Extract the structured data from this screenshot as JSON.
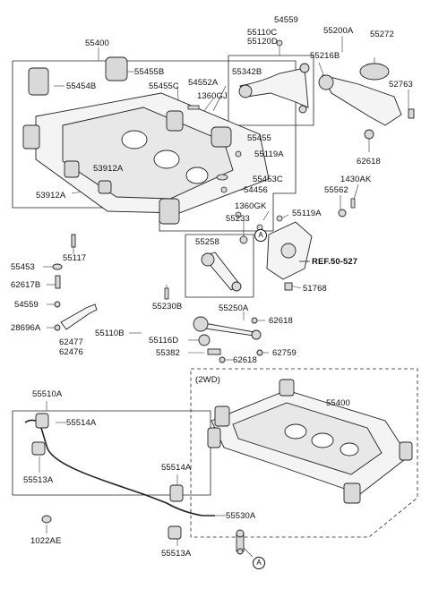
{
  "labels": {
    "p55400_top": "55400",
    "p55455B": "55455B",
    "p55454B": "55454B",
    "p55455C": "55455C",
    "p55552A": "54552A",
    "p1360GJ": "1360GJ",
    "p55455": "55455",
    "p55119A_a": "55119A",
    "p55453C": "55453C",
    "p54456": "54456",
    "p53912A_a": "53912A",
    "p53912A_b": "53912A",
    "p54559_top": "54559",
    "p55110C": "55110C",
    "p55120D": "55120D",
    "p55342B": "55342B",
    "p55200A": "55200A",
    "p55272": "55272",
    "p55216B": "55216B",
    "p52763": "52763",
    "p62618_a": "62618",
    "p1430AK": "1430AK",
    "p55562": "55562",
    "p1360GK": "1360GK",
    "p55233": "55233",
    "p55119A_b": "55119A",
    "p55258": "55258",
    "pREF": "REF.50-527",
    "p51768": "51768",
    "p55117": "55117",
    "p55453": "55453",
    "p62617B": "62617B",
    "p54559_mid": "54559",
    "p28696A": "28696A",
    "p62477": "62477",
    "p62476": "62476",
    "p55230B": "55230B",
    "p55250A": "55250A",
    "p62618_b": "62618",
    "p55110B": "55110B",
    "p55116D": "55116D",
    "p55382": "55382",
    "p62759": "62759",
    "p62618_c": "62618",
    "p2WD": "(2WD)",
    "p55400_2wd": "55400",
    "p55510A": "55510A",
    "p55514A_a": "55514A",
    "p55513A_a": "55513A",
    "p55514A_b": "55514A",
    "p55530A": "55530A",
    "p55513A_b": "55513A",
    "p1022AE": "1022AE",
    "callout_A": "A"
  }
}
